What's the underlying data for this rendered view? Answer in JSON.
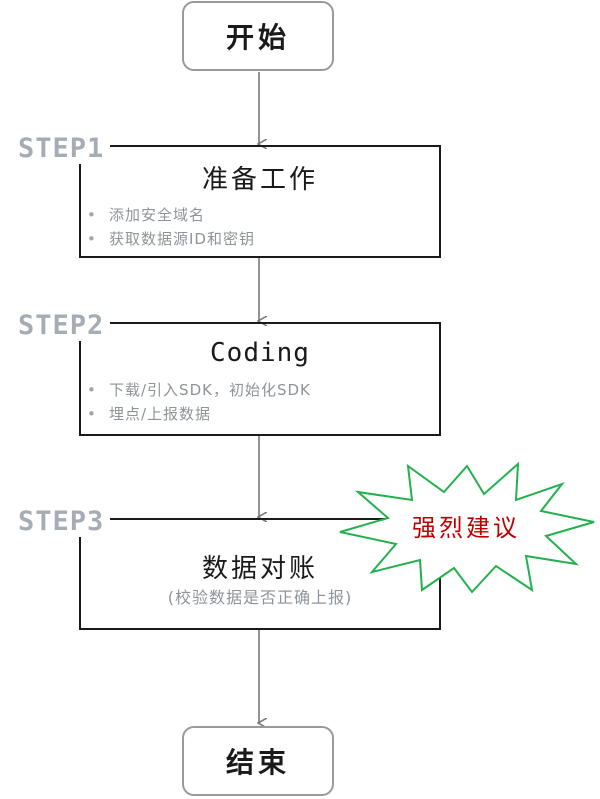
{
  "start": {
    "label": "开始"
  },
  "end": {
    "label": "结束"
  },
  "steps": [
    {
      "label": "STEP1",
      "title": "准备工作",
      "items": [
        "添加安全域名",
        "获取数据源ID和密钥"
      ]
    },
    {
      "label": "STEP2",
      "title": "Coding",
      "items": [
        "下载/引入SDK，初始化SDK",
        "埋点/上报数据"
      ]
    },
    {
      "label": "STEP3",
      "title": "数据对账",
      "note": "(校验数据是否正确上报)"
    }
  ],
  "callout": {
    "text": "强烈建议",
    "color": "#c00000",
    "border_color": "#22b14c"
  },
  "bullet_symbol": "•"
}
